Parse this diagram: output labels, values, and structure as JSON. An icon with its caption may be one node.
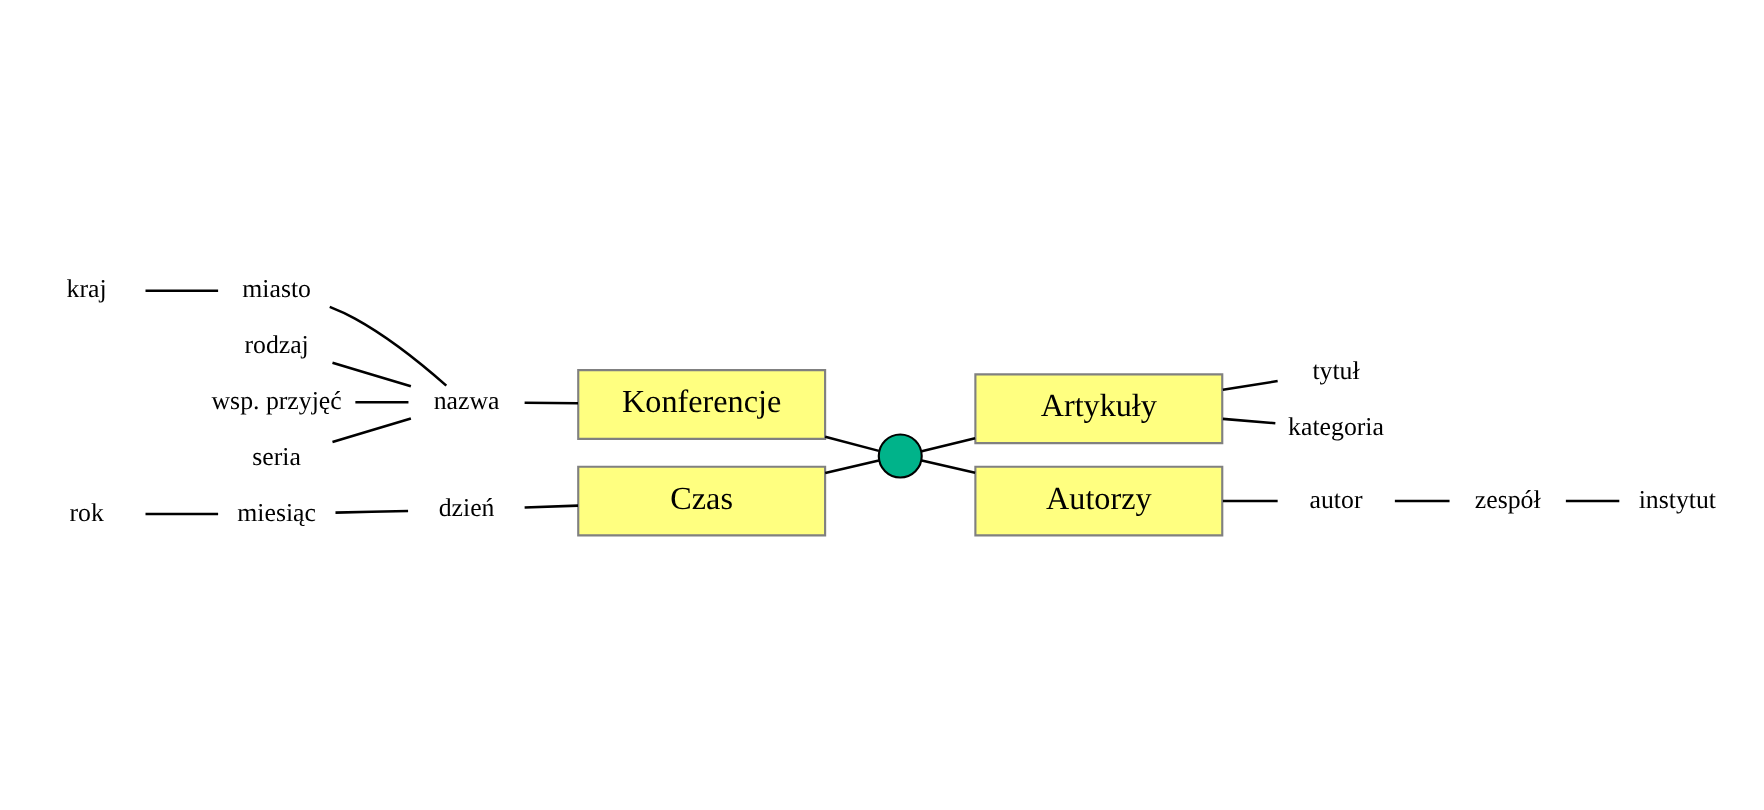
{
  "diagram": {
    "nodes": [
      {
        "text": [
          "rodzaj"
        ]
      },
      {
        "text": [
          "wsp. przyjęć"
        ]
      },
      {
        "text": [
          "seria"
        ]
      },
      {
        "text": [
          "nazwa"
        ]
      },
      {
        "text": [
          "Konferencje"
        ]
      },
      {
        "text": [
          "kategoria"
        ]
      },
      {
        "text": [
          "kraj"
        ]
      },
      {
        "text": [
          "miasto"
        ]
      },
      {
        "text": [],
        "shape": "circle"
      },
      {
        "text": [
          "tytuł"
        ]
      },
      {
        "text": [
          "Artykuły"
        ]
      },
      {
        "text": [
          "rok"
        ]
      },
      {
        "text": [
          "miesiąc"
        ]
      },
      {
        "text": [
          "dzień"
        ]
      },
      {
        "text": [
          "Czas"
        ]
      },
      {
        "text": [
          "Autorzy"
        ]
      },
      {
        "text": [
          "autor"
        ]
      },
      {
        "text": [
          "zespół"
        ]
      },
      {
        "text": [
          "instytut"
        ]
      }
    ],
    "edges": [
      {
        "from": 8,
        "to": 4,
        "arrow": "none"
      },
      {
        "from": 8,
        "to": 14,
        "arrow": "none"
      },
      {
        "from": 8,
        "to": 10,
        "arrow": "none"
      },
      {
        "from": 8,
        "to": 15,
        "arrow": "none"
      },
      {
        "from": 4,
        "to": 3,
        "arrow": "none"
      },
      {
        "from": 3,
        "to": 0,
        "arrow": "none"
      },
      {
        "from": 3,
        "to": 1,
        "arrow": "none"
      },
      {
        "from": 3,
        "to": 2,
        "arrow": "none"
      },
      {
        "from": 3,
        "to": 7,
        "arrow": "none"
      },
      {
        "from": 7,
        "to": 6,
        "arrow": "none"
      },
      {
        "from": 14,
        "to": 13,
        "arrow": "none"
      },
      {
        "from": 13,
        "to": 12,
        "arrow": "none"
      },
      {
        "from": 12,
        "to": 11,
        "arrow": "none"
      },
      {
        "from": 10,
        "to": 5,
        "arrow": "none"
      },
      {
        "from": 10,
        "to": 9,
        "arrow": "none"
      },
      {
        "from": 15,
        "to": 16,
        "arrow": "none"
      },
      {
        "from": 16,
        "to": 17,
        "arrow": "none"
      },
      {
        "from": 17,
        "to": 18,
        "arrow": "none"
      }
    ]
  }
}
